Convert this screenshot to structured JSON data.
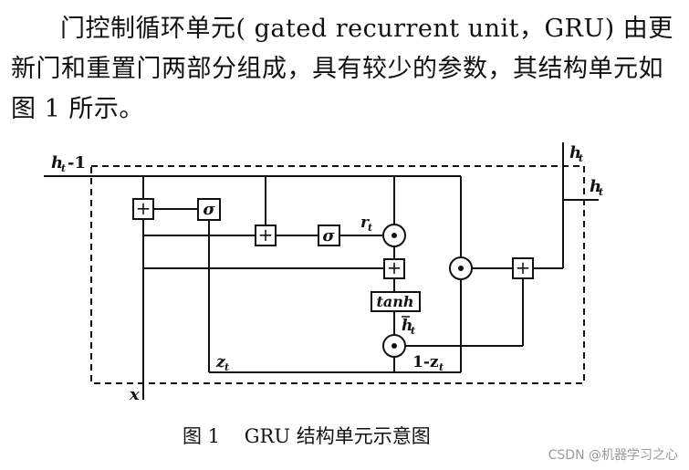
{
  "paragraph": {
    "text": "门控制循环单元( gated recurrent unit，GRU) 由更新门和重置门两部分组成，具有较少的参数，其结构单元如图 1 所示。"
  },
  "diagram": {
    "input_prev_label": "h",
    "input_prev_sub": "t",
    "input_prev_suffix": "-1",
    "input_x_label": "x",
    "output_top_label": "h",
    "output_top_sub": "t",
    "output_right_label": "h",
    "output_right_sub": "t",
    "sigma_symbol": "σ",
    "plus_symbol": "+",
    "dot_symbol": "•",
    "r_label": "r",
    "r_sub": "t",
    "tanh_label": "tanh",
    "htilde_label": "h",
    "htilde_sub": "t",
    "z_label": "z",
    "z_sub": "t",
    "one_minus_z_prefix": "1-z",
    "one_minus_z_sub": "t"
  },
  "caption": {
    "text": "图 1    GRU 结构单元示意图"
  },
  "watermark": {
    "text": "CSDN @机器学习之心"
  }
}
